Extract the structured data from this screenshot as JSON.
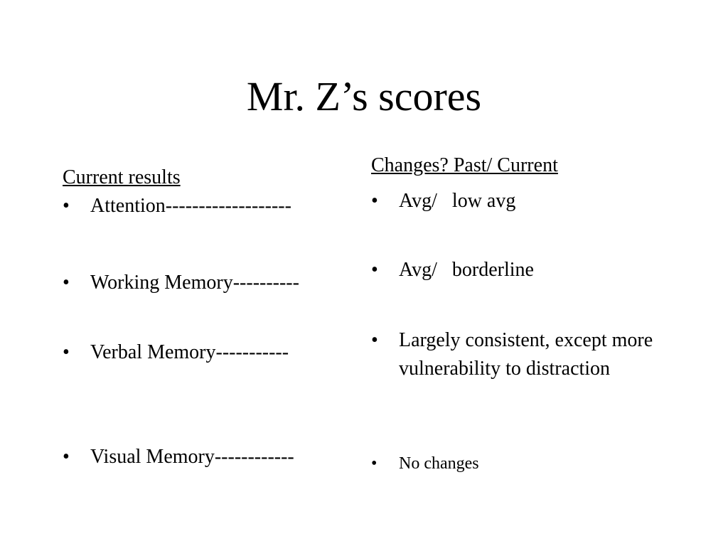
{
  "slide": {
    "title": "Mr. Z’s scores",
    "left": {
      "heading": "Current results",
      "items": [
        "Attention-------------------",
        "Working Memory----------",
        "Verbal Memory-----------",
        "Visual Memory------------"
      ]
    },
    "right": {
      "heading": "Changes? Past/ Current",
      "items": [
        "Avg/   low avg",
        "Avg/   borderline",
        "Largely consistent, except more vulnerability to distraction",
        "No changes"
      ]
    },
    "bullet_glyph": "•"
  }
}
